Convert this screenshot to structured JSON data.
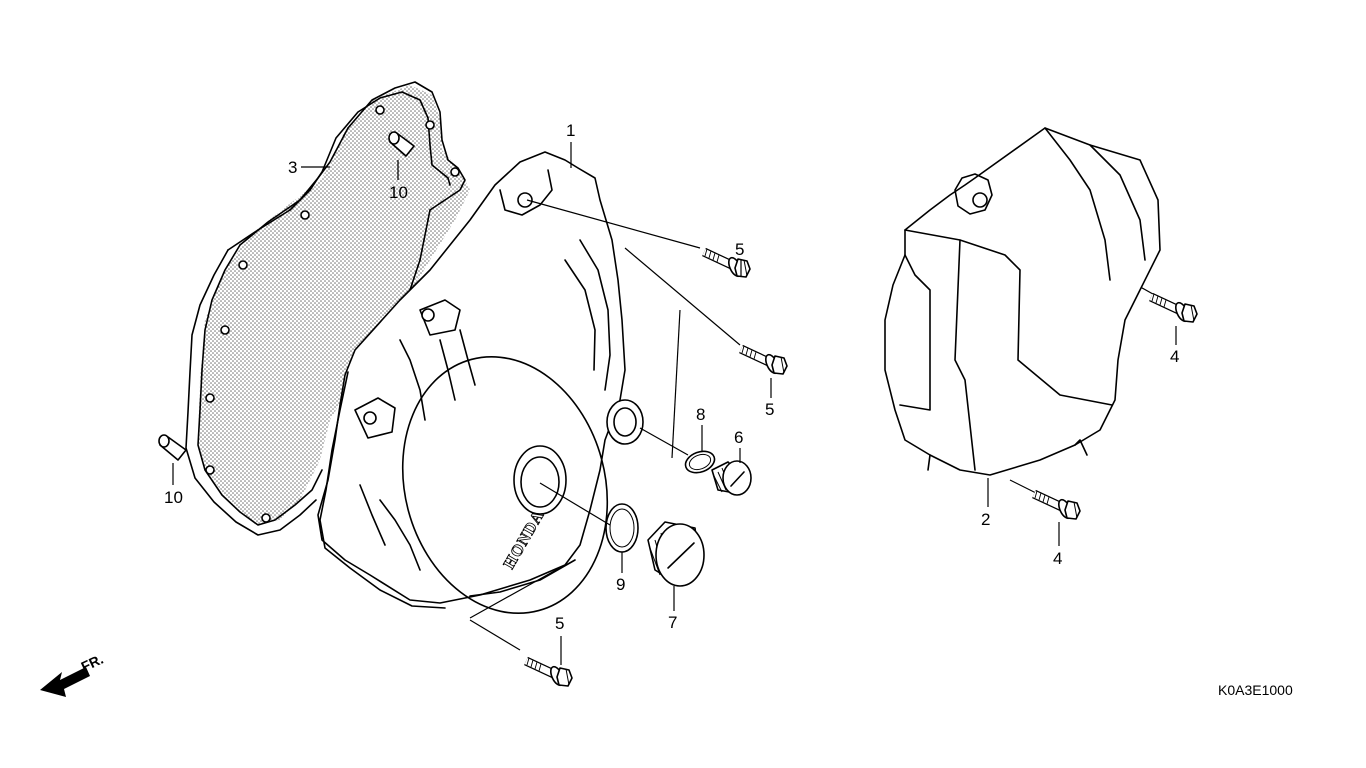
{
  "diagram": {
    "drawing_code": "K0A3E1000",
    "direction_label": "FR.",
    "cover_emboss": "HONDA",
    "callouts": {
      "left_crankcase_cover": "1",
      "sprocket_cover": "2",
      "gasket": "3",
      "bolt_sprocket_upper": "4",
      "bolt_sprocket_lower": "4",
      "bolt_upper": "5",
      "bolt_middle": "5",
      "bolt_lower": "5",
      "timing_plug": "6",
      "crank_hole_cap": "7",
      "oring_small": "8",
      "oring_large": "9",
      "dowel_upper": "10",
      "dowel_lower": "10"
    }
  }
}
